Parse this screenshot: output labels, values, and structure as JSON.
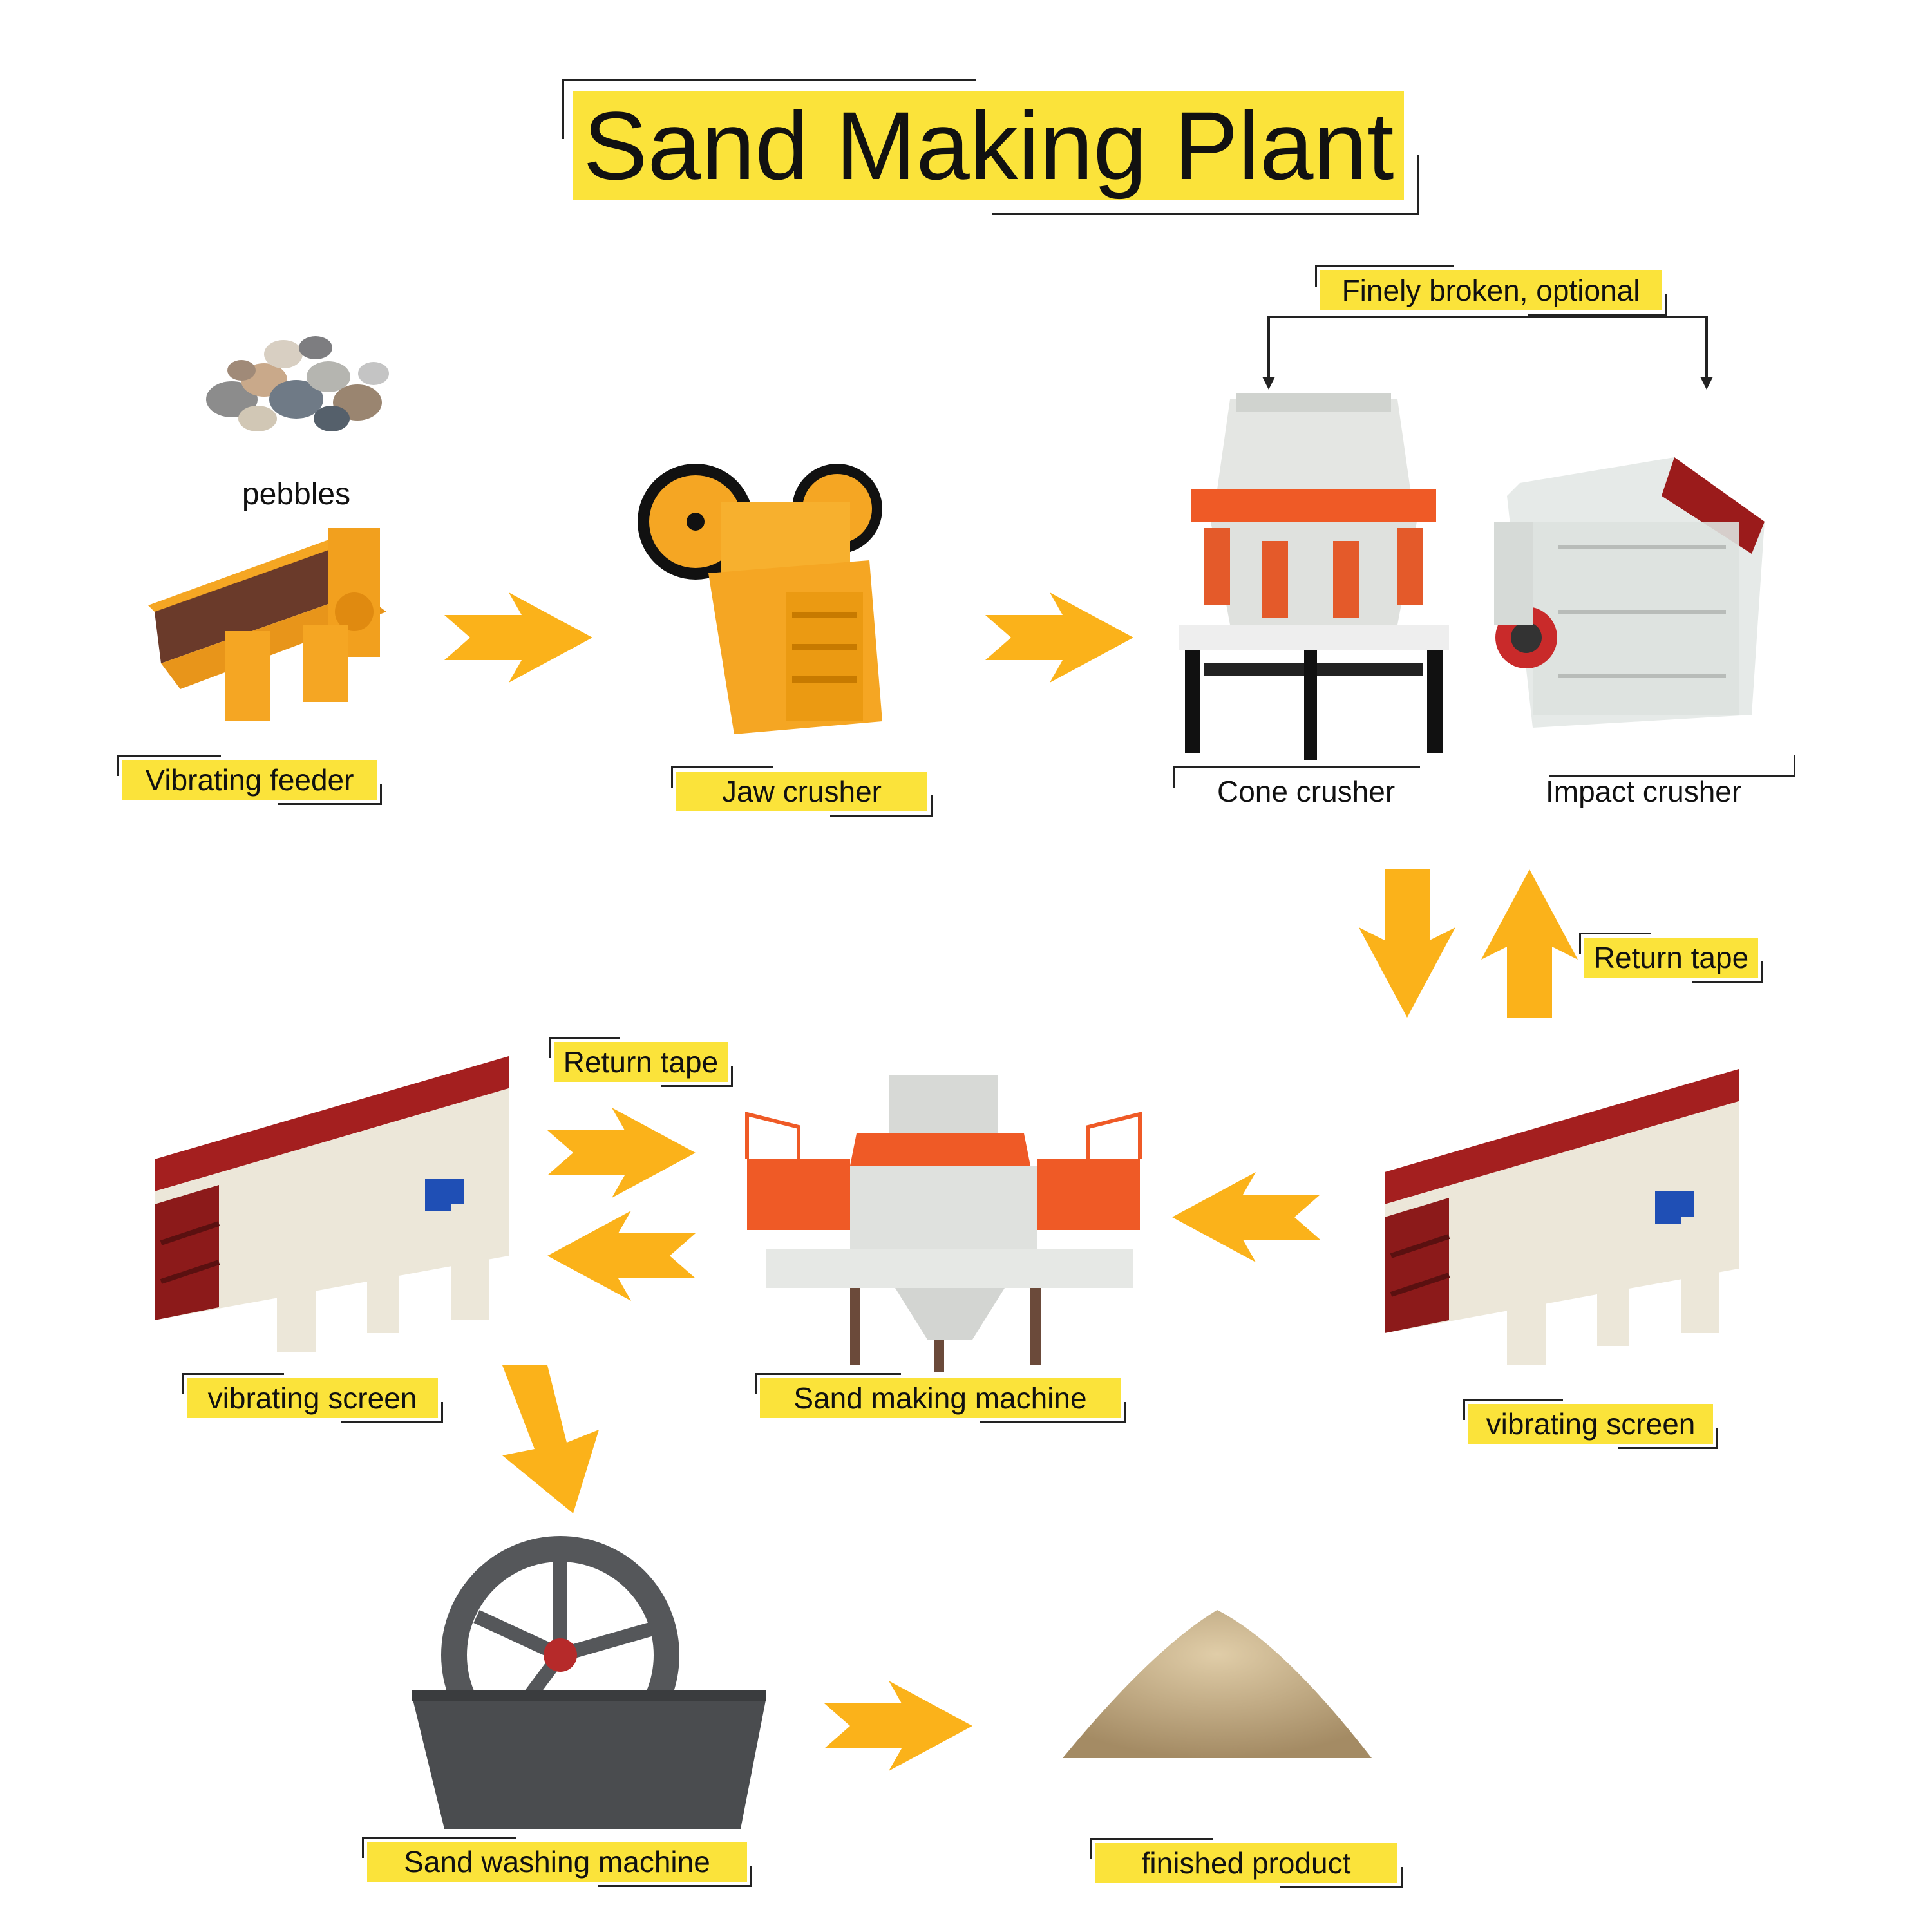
{
  "title": "Sand Making Plant",
  "labels": {
    "pebbles": "pebbles",
    "vibrating_feeder": "Vibrating feeder",
    "jaw_crusher": "Jaw crusher",
    "cone_crusher": "Cone crusher",
    "impact_crusher": "Impact crusher",
    "finely_broken": "Finely broken, optional",
    "return_tape_right": "Return tape",
    "return_tape_left": "Return tape",
    "vibrating_screen_left": "vibrating screen",
    "vibrating_screen_right": "vibrating screen",
    "sand_making_machine": "Sand making machine",
    "sand_washing_machine": "Sand washing machine",
    "finished_product": "finished product"
  },
  "colors": {
    "label_bg": "#fbe33a",
    "arrow": "#fbb21a",
    "machine_yellow": "#f5a623",
    "machine_grey": "#e4e6e3",
    "screen_red": "#a41f1f",
    "machine_orange": "#ef5a26",
    "washer_grey": "#55575a"
  }
}
